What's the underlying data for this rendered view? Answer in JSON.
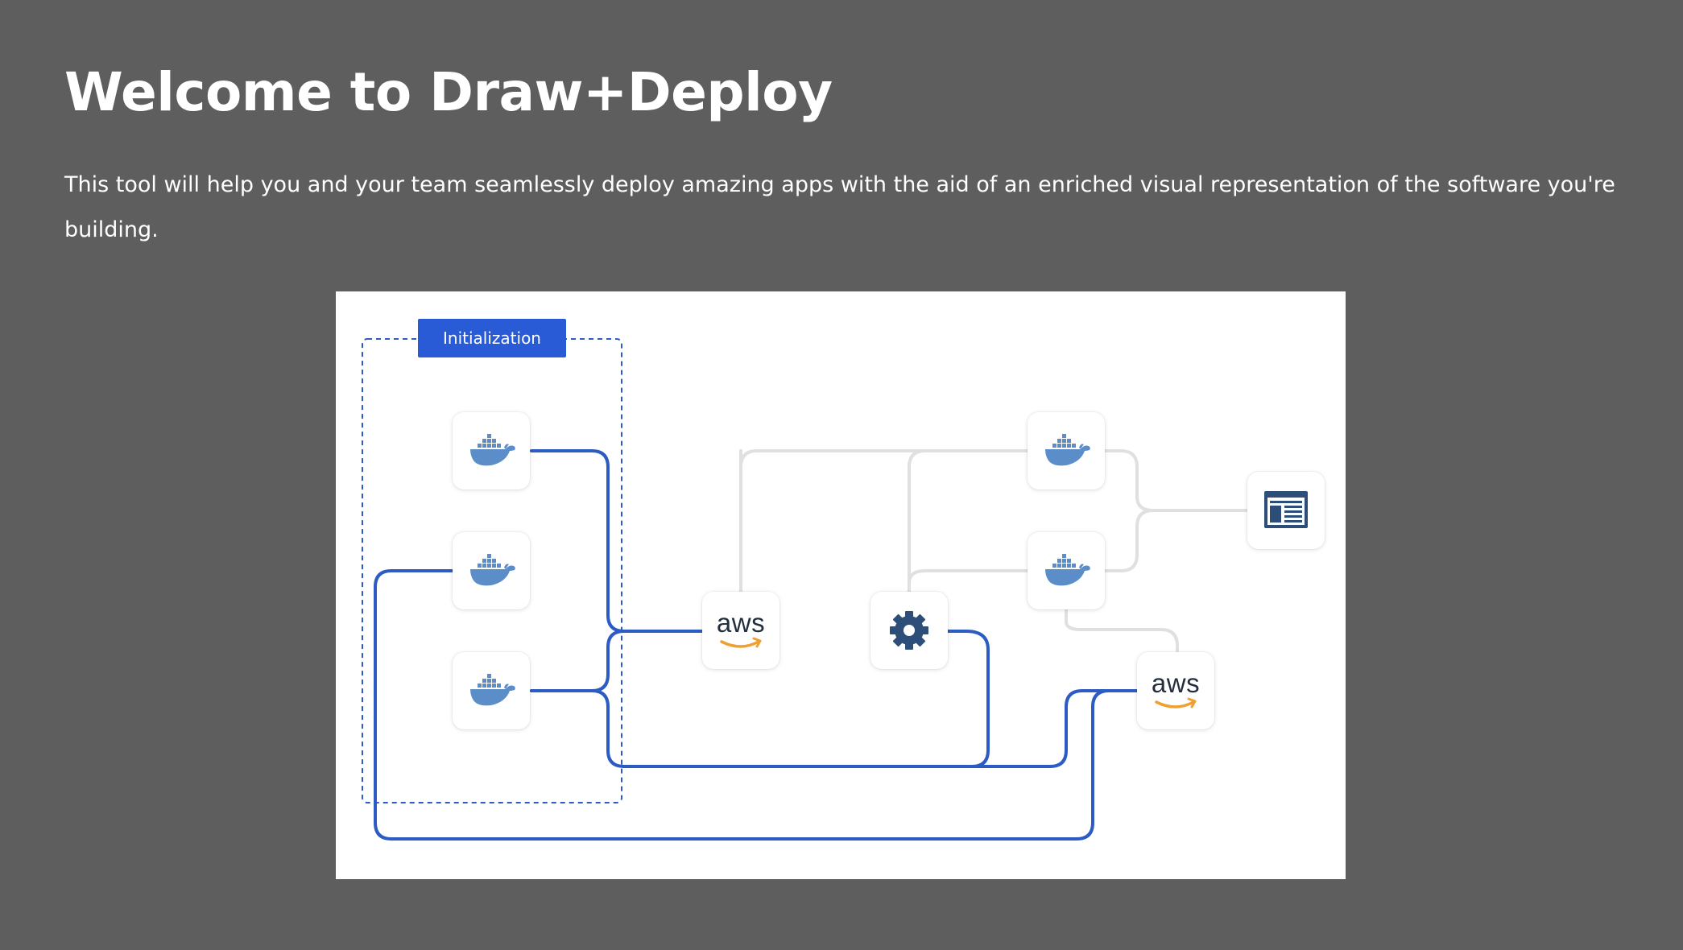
{
  "header": {
    "title": "Welcome to Draw+Deploy",
    "intro": "This tool will help you and your team seamlessly deploy amazing apps with the aid of an enriched visual representation of the software you're building."
  },
  "diagram": {
    "group_label": "Initialization",
    "aws_label": "aws",
    "colors": {
      "active_edge": "#2d5bc4",
      "inactive_edge": "#e0e0e0",
      "docker": "#5b8dc9",
      "gear": "#2c4e78",
      "aws_smile": "#f0a030",
      "aws_text": "#232f3e",
      "group_button": "#2a5bd7"
    },
    "nodes": [
      {
        "id": "docker-1",
        "icon": "docker-icon"
      },
      {
        "id": "docker-2",
        "icon": "docker-icon"
      },
      {
        "id": "docker-3",
        "icon": "docker-icon"
      },
      {
        "id": "aws-1",
        "icon": "aws-logo"
      },
      {
        "id": "gear-1",
        "icon": "gear-icon"
      },
      {
        "id": "docker-4",
        "icon": "docker-icon"
      },
      {
        "id": "docker-5",
        "icon": "docker-icon"
      },
      {
        "id": "browser-1",
        "icon": "browser-window-icon"
      },
      {
        "id": "aws-2",
        "icon": "aws-logo"
      }
    ]
  }
}
